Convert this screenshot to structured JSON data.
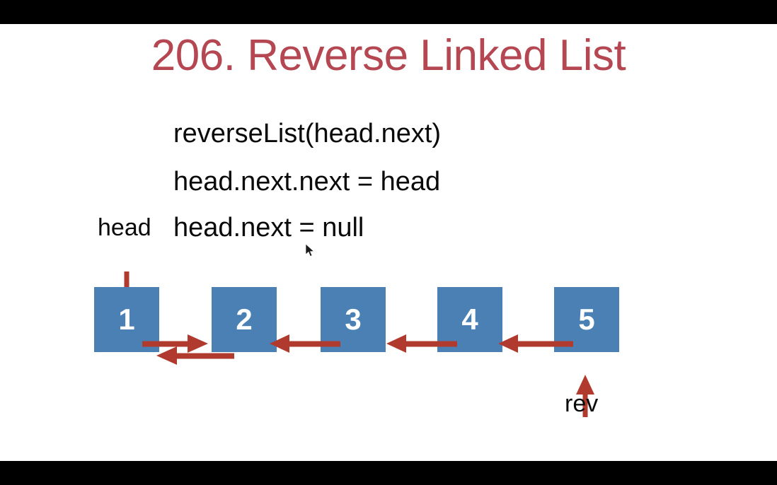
{
  "slide": {
    "title": "206. Reverse Linked List",
    "title_color": "#b44751",
    "background_color": "#ffffff",
    "letterbox_color": "#000000"
  },
  "code_lines": [
    "reverseList(head.next)",
    "head.next.next = head",
    "head.next = null"
  ],
  "diagram": {
    "node_fill": "#4a80b4",
    "arrow_color": "#b03a2e",
    "nodes": [
      {
        "value": "1"
      },
      {
        "value": "2"
      },
      {
        "value": "3"
      },
      {
        "value": "4"
      },
      {
        "value": "5"
      }
    ],
    "pointers": [
      {
        "label": "head",
        "target": "1",
        "direction": "down"
      },
      {
        "label": "rev",
        "target": "5",
        "direction": "up"
      }
    ],
    "links": [
      {
        "from": "1",
        "to": "2",
        "direction": "right"
      },
      {
        "from": "2",
        "to": "1",
        "direction": "left"
      },
      {
        "from": "3",
        "to": "2",
        "direction": "left"
      },
      {
        "from": "4",
        "to": "3",
        "direction": "left"
      },
      {
        "from": "5",
        "to": "4",
        "direction": "left"
      }
    ]
  },
  "cursor": {
    "type": "arrow-pointer"
  }
}
